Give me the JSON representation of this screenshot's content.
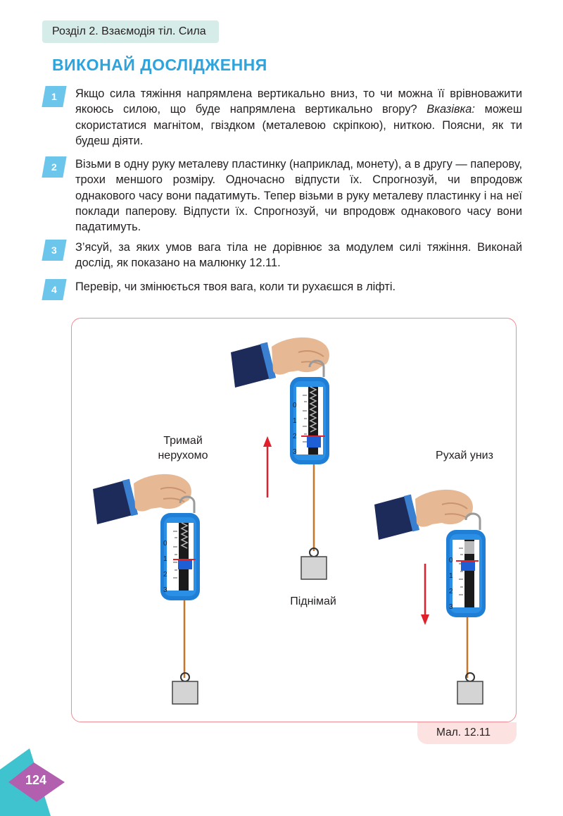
{
  "header": {
    "section": "Розділ 2. Взаємодія тіл. Сила"
  },
  "title": "ВИКОНАЙ ДОСЛІДЖЕННЯ",
  "tasks": [
    {
      "number": "1",
      "text_a": "Якщо сила тяжіння напрямлена вертикально вниз, то чи можна її врівноважити якоюсь силою, що буде напрямлена вертикально вгору? ",
      "hint": "Вказівка:",
      "text_b": " можеш скористатися магнітом, гвіздком (металевою скріпкою), ниткою. Поясни, як ти будеш діяти."
    },
    {
      "number": "2",
      "text": "Візьми в одну руку металеву пластинку (наприклад, монету), а в другу — паперову, трохи меншого розміру. Одночасно відпусти їх. Спрогнозуй, чи впродовж однакового часу вони падатимуть. Тепер візьми в руку металеву пластинку і на неї поклади паперову. Відпусти їх. Спрогнозуй, чи впродовж однакового часу вони падатимуть."
    },
    {
      "number": "3",
      "text": "З’ясуй, за яких умов вага тіла не дорівнює за модулем силі тяжіння. Виконай дослід, як показано на малюнку 12.11."
    },
    {
      "number": "4",
      "text": "Перевір, чи змінюється твоя вага, коли ти рухаєшся в ліфті."
    }
  ],
  "figure": {
    "label_hold": "Тримай нерухомо",
    "label_lift": "Піднімай",
    "label_down": "Рухай униз",
    "scale_ticks": [
      "0",
      "1",
      "2",
      "3"
    ],
    "caption": "Мал. 12.11"
  },
  "page_number": "124",
  "colors": {
    "accent_blue": "#2ea3dc",
    "number_badge": "#6cc6ec",
    "dynamometer_blue": "#1f7fd6",
    "arrow_red": "#e0202a",
    "figure_border": "#f08a94",
    "page_tab_teal": "#3fc4cf",
    "page_tab_purple": "#b25fb0"
  }
}
